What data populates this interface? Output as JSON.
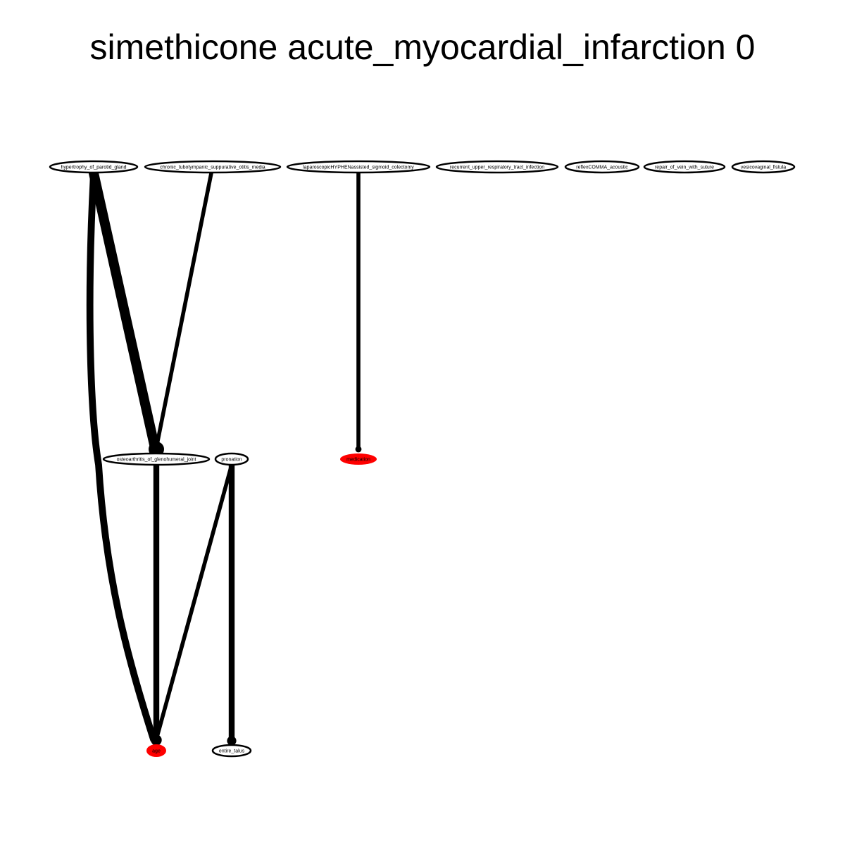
{
  "title": "simethicone acute_myocardial_infarction 0",
  "nodes": [
    {
      "id": "hypertrophy",
      "label": "hypertrophy_of_parotid_gland",
      "fill": "#ffffff"
    },
    {
      "id": "chronic",
      "label": "chronic_tubotympanic_suppurative_otitis_media",
      "fill": "#ffffff"
    },
    {
      "id": "laparoscopic",
      "label": "laparoscopicHYPHENassisted_sigmoid_colectomy",
      "fill": "#ffffff"
    },
    {
      "id": "recurrent",
      "label": "recurrent_upper_respiratory_tract_infection",
      "fill": "#ffffff"
    },
    {
      "id": "reflex",
      "label": "reflexCOMMA_acoustic",
      "fill": "#ffffff"
    },
    {
      "id": "repair",
      "label": "repair_of_vein_with_suture",
      "fill": "#ffffff"
    },
    {
      "id": "vesicovaginal",
      "label": "vesicovaginal_fistula",
      "fill": "#ffffff"
    },
    {
      "id": "osteoarthritis",
      "label": "osteoarthritis_of_glenohumeral_joint",
      "fill": "#ffffff"
    },
    {
      "id": "pronation",
      "label": "pronation",
      "fill": "#ffffff"
    },
    {
      "id": "medication",
      "label": "medication",
      "fill": "#ff0000"
    },
    {
      "id": "age",
      "label": "age",
      "fill": "#ff0000"
    },
    {
      "id": "entire_talus",
      "label": "entire_talus",
      "fill": "#ffffff"
    }
  ],
  "edges": [
    {
      "from": "hypertrophy",
      "to": "osteoarthritis",
      "weight": 10
    },
    {
      "from": "hypertrophy",
      "to": "age",
      "weight": 7
    },
    {
      "from": "chronic",
      "to": "osteoarthritis",
      "weight": 4
    },
    {
      "from": "laparoscopic",
      "to": "medication",
      "weight": 4
    },
    {
      "from": "osteoarthritis",
      "to": "age",
      "weight": 6
    },
    {
      "from": "pronation",
      "to": "age",
      "weight": 4
    },
    {
      "from": "pronation",
      "to": "entire_talus",
      "weight": 6
    }
  ]
}
